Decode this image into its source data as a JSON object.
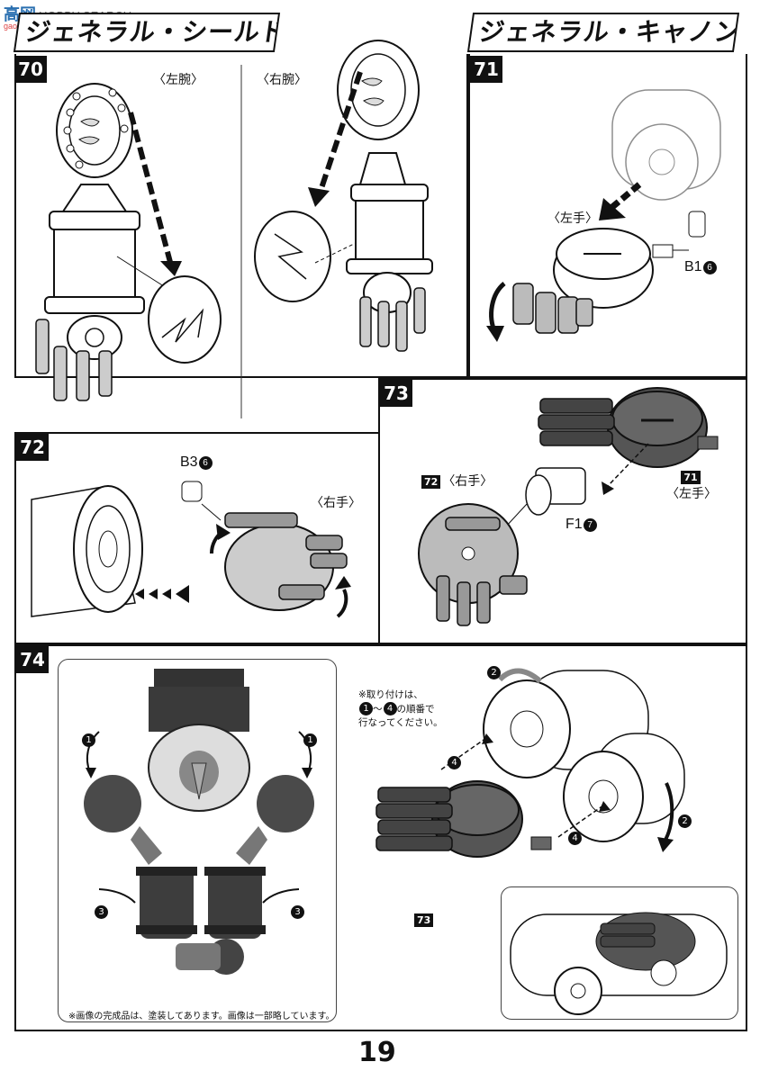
{
  "watermark": {
    "brand_top": "高网",
    "brand_right": "HOBBY SEARCH",
    "brand_url": "gao.shan.com"
  },
  "sections": {
    "shield_title": "ジェネラル・シールド",
    "cannon_title": "ジェネラル・キャノン"
  },
  "steps": {
    "s70": {
      "number": "70",
      "left_label": "〈左腕〉",
      "right_label": "〈右腕〉"
    },
    "s71": {
      "number": "71",
      "hand_label": "〈左手〉",
      "part_code": "B1",
      "part_num": "6"
    },
    "s72": {
      "number": "72",
      "part_code": "B3",
      "part_num": "6",
      "hand_label": "〈右手〉"
    },
    "s73": {
      "number": "73",
      "ref_left_tag": "72",
      "ref_left_label": "〈右手〉",
      "ref_right_tag": "71",
      "ref_right_label": "〈左手〉",
      "part_code": "F1",
      "part_num": "7"
    },
    "s74": {
      "number": "74",
      "order_note_line1": "※取り付けは、",
      "order_note_from": "1",
      "order_note_mid": "～",
      "order_note_to": "4",
      "order_note_line2_tail": "の順番で",
      "order_note_line3": "行なってください。",
      "ref_tag": "73",
      "markers": [
        "1",
        "1",
        "3",
        "3",
        "2",
        "2",
        "4",
        "4"
      ],
      "photo_caption": "※画像の完成品は、塗装してあります。画像は一部略しています。"
    }
  },
  "page_number": "19"
}
